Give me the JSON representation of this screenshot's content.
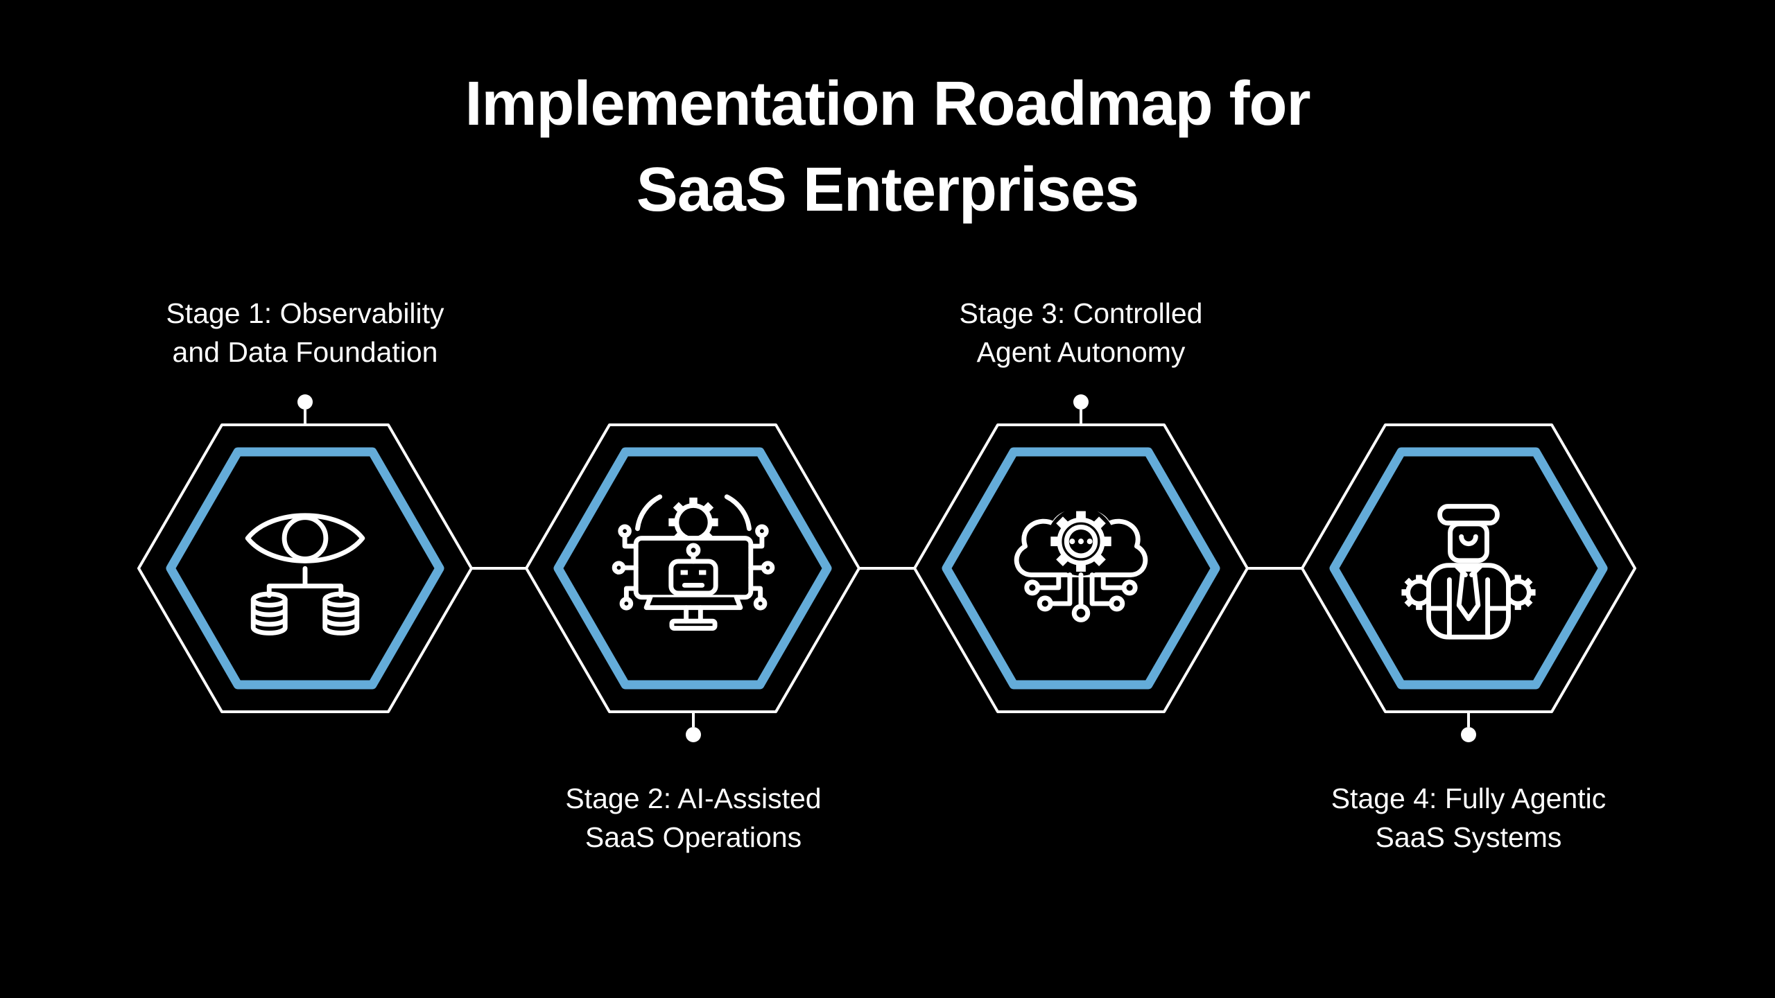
{
  "title": {
    "line1": "Implementation Roadmap for",
    "line2": "SaaS Enterprises"
  },
  "colors": {
    "background": "#000000",
    "line": "#ffffff",
    "accent": "#64acd9",
    "text": "#ffffff"
  },
  "stages": [
    {
      "name": "Stage 1",
      "label_line1": "Stage 1: Observability",
      "label_line2": "and Data Foundation",
      "icon": "eye-database-icon",
      "label_position": "above"
    },
    {
      "name": "Stage 2",
      "label_line1": "Stage 2: AI-Assisted",
      "label_line2": "SaaS Operations",
      "icon": "ai-robot-monitor-icon",
      "label_position": "below"
    },
    {
      "name": "Stage 3",
      "label_line1": "Stage 3: Controlled",
      "label_line2": "Agent Autonomy",
      "icon": "cloud-gear-chat-icon",
      "label_position": "above"
    },
    {
      "name": "Stage 4",
      "label_line1": "Stage 4: Fully Agentic",
      "label_line2": "SaaS Systems",
      "icon": "manager-gears-icon",
      "label_position": "below"
    }
  ]
}
